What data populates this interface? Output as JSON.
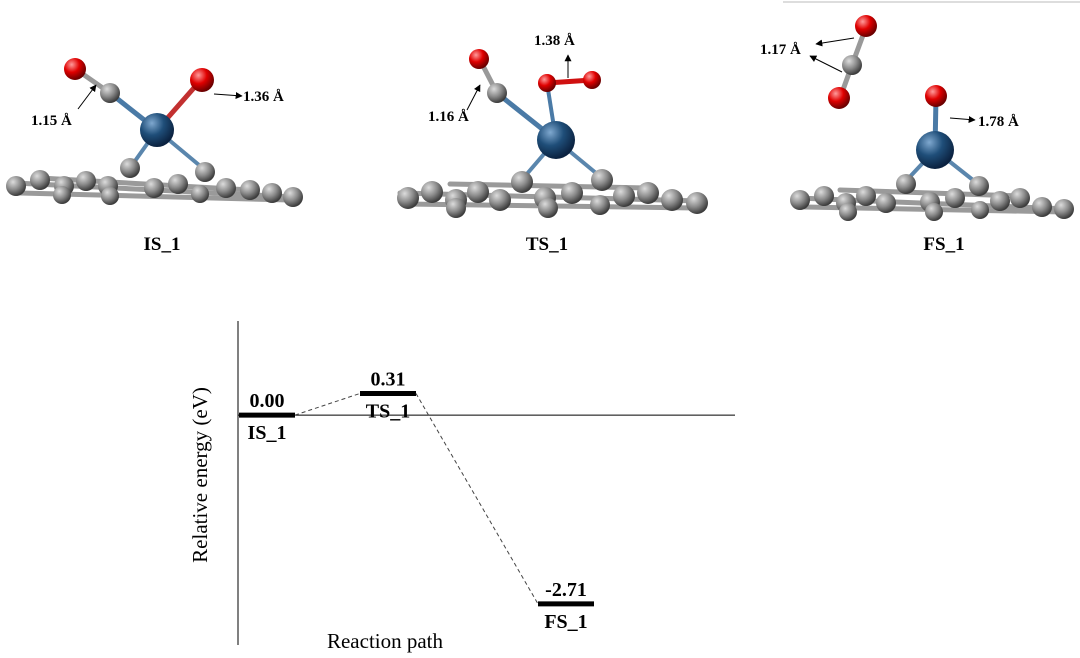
{
  "structures": [
    {
      "label": "IS_1",
      "bonds": [
        {
          "text": "1.15 Å"
        },
        {
          "text": "1.36 Å"
        }
      ]
    },
    {
      "label": "TS_1",
      "bonds": [
        {
          "text": "1.38 Å"
        },
        {
          "text": "1.16 Å"
        }
      ]
    },
    {
      "label": "FS_1",
      "bonds": [
        {
          "text": "1.17 Å"
        },
        {
          "text": "1.78 Å"
        }
      ]
    }
  ],
  "chart_data": {
    "type": "line",
    "xlabel": "Reaction path",
    "ylabel": "Relative energy (eV)",
    "levels": [
      {
        "state": "IS_1",
        "energy": 0.0,
        "value_label": "0.00"
      },
      {
        "state": "TS_1",
        "energy": 0.31,
        "value_label": "0.31"
      },
      {
        "state": "FS_1",
        "energy": -2.71,
        "value_label": "-2.71"
      }
    ],
    "ylim": [
      -3.3,
      1.35
    ]
  },
  "colors": {
    "oxygen": "#e00000",
    "carbon": "#7a7a7a",
    "metal": "#1f4e79",
    "line": "#000000"
  }
}
